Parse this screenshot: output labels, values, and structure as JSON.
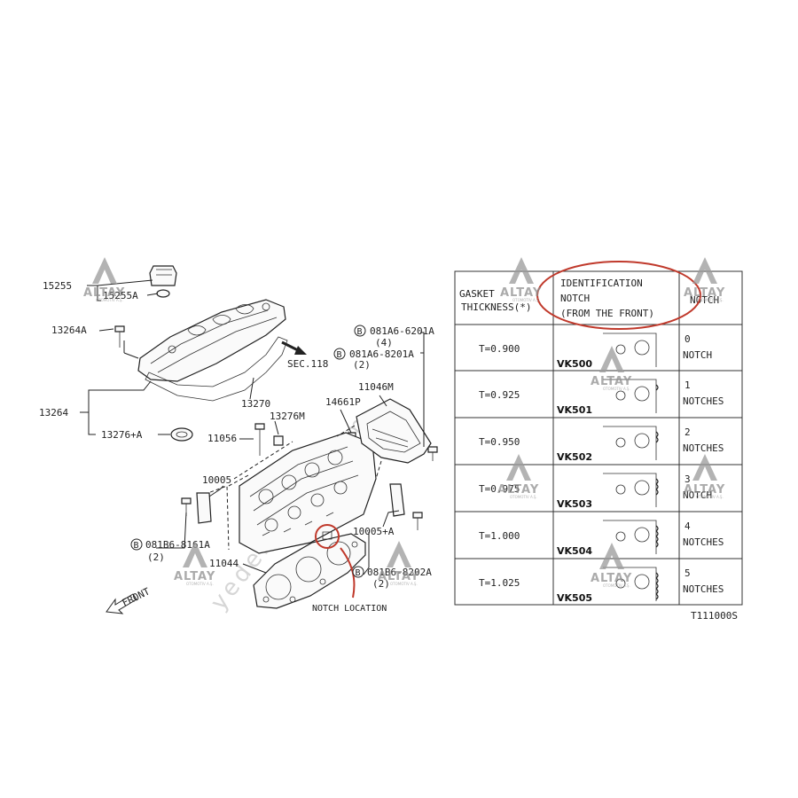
{
  "labels": {
    "p15255": "15255",
    "p15255a": "15255A",
    "p13264a": "13264A",
    "p13264": "13264",
    "p13276a": "13276+A",
    "p13270": "13270",
    "p13276m": "13276M",
    "p11056": "11056",
    "p14661p": "14661P",
    "p11046m": "11046M",
    "sec118": "SEC.118",
    "b081a6_6201a": "081A6-6201A",
    "q4": "(4)",
    "b081a6_8201a": "081A6-8201A",
    "q2a": "(2)",
    "p10005": "10005",
    "p10005a": "10005+A",
    "b081b6_8161a": "081B6-8161A",
    "q2b": "(2)",
    "p11044": "11044",
    "b081b6_8202a": "081B6-8202A",
    "q2c": "(2)",
    "front": "FRONT",
    "notch_location": "NOTCH LOCATION",
    "circled_b": "B",
    "figure_code": "T111000S"
  },
  "table": {
    "header_thickness_1": "GASKET",
    "header_thickness_2": "THICKNESS(*)",
    "header_ident_1": "IDENTIFICATION",
    "header_ident_2": "NOTCH",
    "header_ident_3": "(FROM THE FRONT)",
    "header_notch": "NOTCH",
    "rows": [
      {
        "thickness": "T=0.900",
        "code": "VK500",
        "notch_1": "0",
        "notch_2": "NOTCH",
        "count": 0
      },
      {
        "thickness": "T=0.925",
        "code": "VK501",
        "notch_1": "1",
        "notch_2": "NOTCHES",
        "count": 1
      },
      {
        "thickness": "T=0.950",
        "code": "VK502",
        "notch_1": "2",
        "notch_2": "NOTCHES",
        "count": 2
      },
      {
        "thickness": "T=0.975",
        "code": "VK503",
        "notch_1": "3",
        "notch_2": "NOTCH",
        "count": 3
      },
      {
        "thickness": "T=1.000",
        "code": "VK504",
        "notch_1": "4",
        "notch_2": "NOTCHES",
        "count": 4
      },
      {
        "thickness": "T=1.025",
        "code": "VK505",
        "notch_1": "5",
        "notch_2": "NOTCHES",
        "count": 5
      }
    ]
  },
  "watermark": {
    "brand": "ALTAY",
    "sub": "OTOMOTIV A.Ş.",
    "url": "yedekparca.com"
  },
  "colors": {
    "highlight": "#c0392b",
    "watermark": "#8f8f8f",
    "line": "#222222"
  }
}
